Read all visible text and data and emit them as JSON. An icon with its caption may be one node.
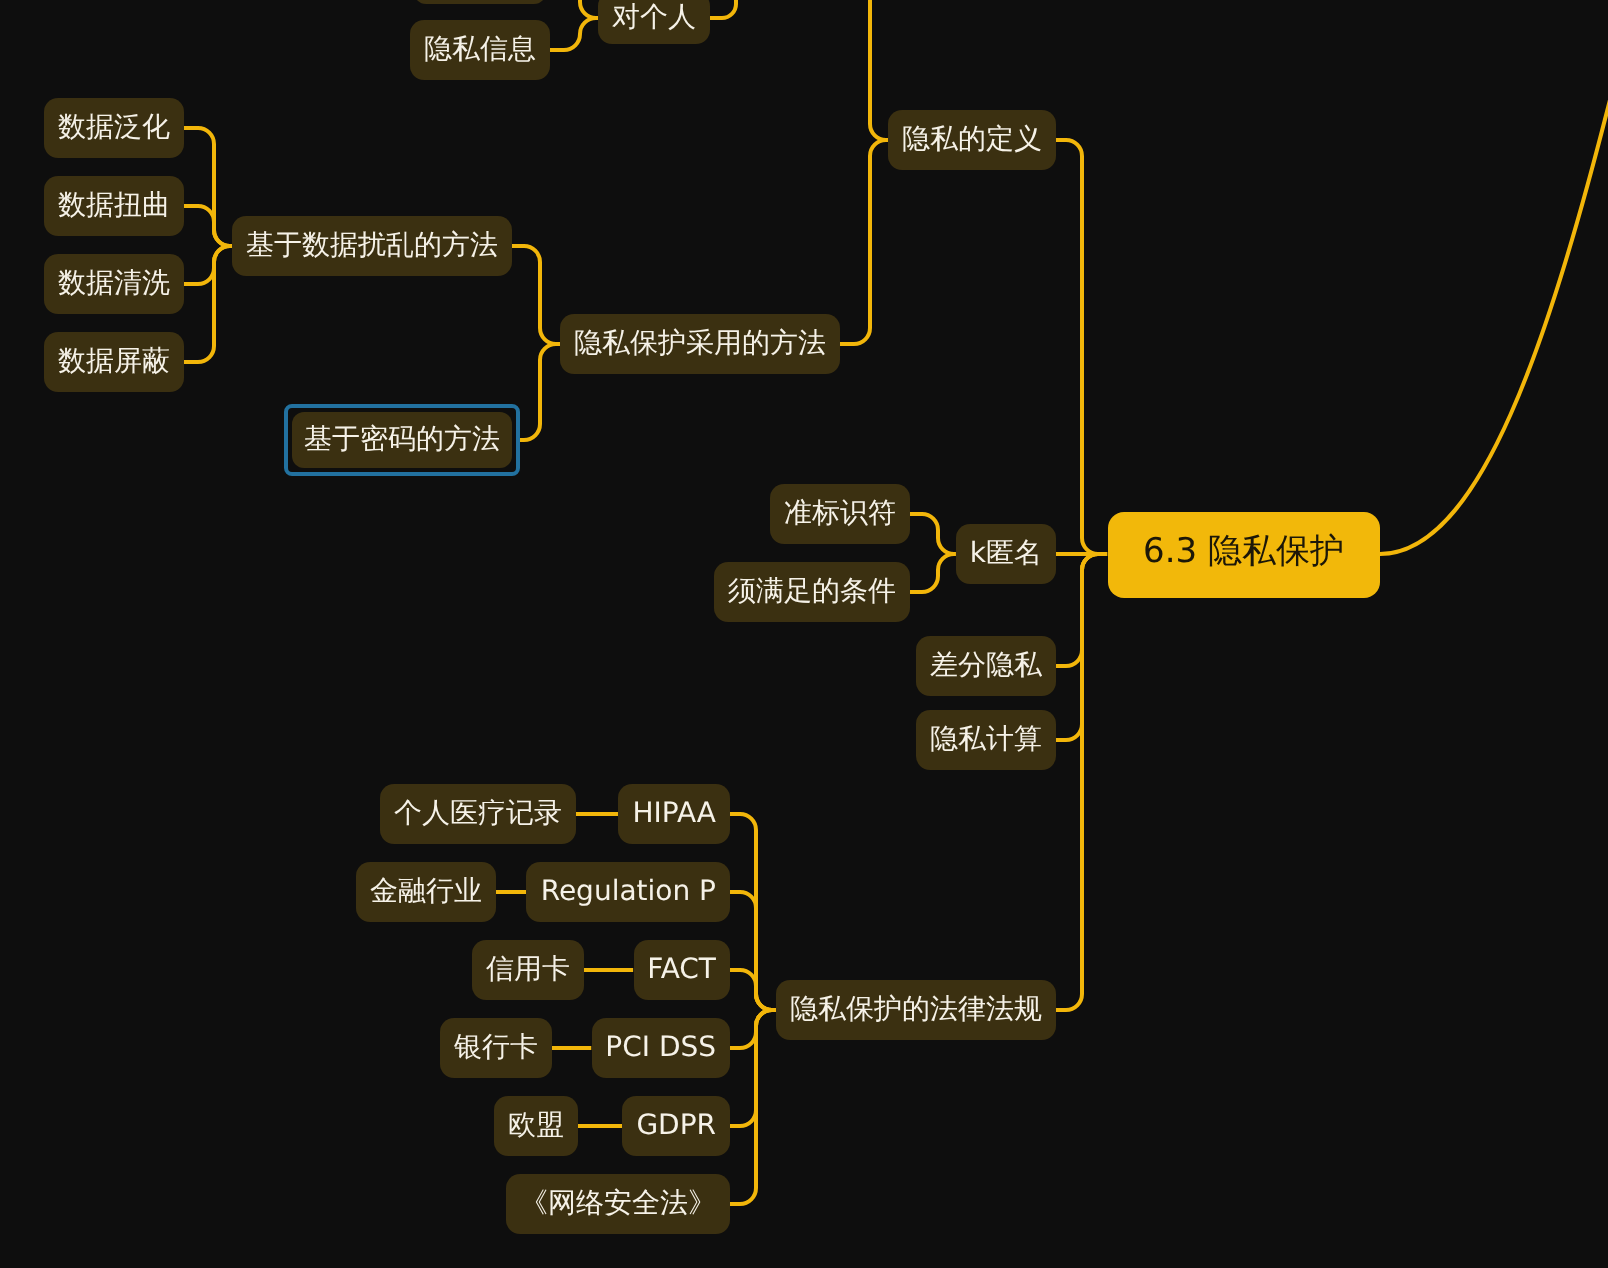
{
  "diagram": {
    "nodes": [
      {
        "text": [],
        "shape": "box"
      },
      {
        "text": [
          "对个人"
        ]
      },
      {
        "text": [
          "隐私信息"
        ]
      },
      {
        "text": [
          "数据泛化"
        ]
      },
      {
        "text": [
          "隐私的定义"
        ]
      },
      {
        "text": [
          "数据扭曲"
        ]
      },
      {
        "text": [
          "基于数据扰乱的方法"
        ]
      },
      {
        "text": [
          "数据清洗"
        ]
      },
      {
        "text": [
          "隐私保护采用的方法"
        ]
      },
      {
        "text": [
          "数据屏蔽"
        ]
      },
      {
        "text": [
          "基于密码的方法"
        ]
      },
      {
        "text": [
          "准标识符"
        ]
      },
      {
        "text": [
          "6.3 隐私保护"
        ]
      },
      {
        "text": [
          "k匿名"
        ]
      },
      {
        "text": [
          "须满足的条件"
        ]
      },
      {
        "text": [
          "差分隐私"
        ]
      },
      {
        "text": [
          "隐私计算"
        ]
      },
      {
        "text": [
          "个人医疗记录"
        ]
      },
      {
        "text": [
          "HIPAA"
        ]
      },
      {
        "text": [
          "金融行业"
        ]
      },
      {
        "text": [
          "Regulation P"
        ]
      },
      {
        "text": [
          "FACT"
        ]
      },
      {
        "text": [
          "信用卡"
        ]
      },
      {
        "text": [
          "隐私保护的法律法规"
        ]
      },
      {
        "text": [
          "银行卡"
        ]
      },
      {
        "text": [
          "PCI DSS"
        ]
      },
      {
        "text": [
          "欧盟"
        ]
      },
      {
        "text": [
          "GDPR"
        ]
      },
      {
        "text": [
          "《网络安全法》"
        ]
      }
    ],
    "edges": [
      {
        "from": null,
        "to": 12,
        "arrow": "none"
      },
      {
        "from": 12,
        "to": 4,
        "arrow": "none"
      },
      {
        "from": 12,
        "to": 13,
        "arrow": "none"
      },
      {
        "from": 12,
        "to": 15,
        "arrow": "none"
      },
      {
        "from": 12,
        "to": 16,
        "arrow": "none"
      },
      {
        "from": 12,
        "to": 23,
        "arrow": "none"
      },
      {
        "from": 4,
        "to": null,
        "arrow": "none"
      },
      {
        "from": 4,
        "to": 8,
        "arrow": "none"
      },
      {
        "from": null,
        "to": 1,
        "arrow": "none"
      },
      {
        "from": 1,
        "to": 0,
        "arrow": "none"
      },
      {
        "from": 1,
        "to": 2,
        "arrow": "none"
      },
      {
        "from": 8,
        "to": 6,
        "arrow": "none"
      },
      {
        "from": 8,
        "to": 10,
        "arrow": "none"
      },
      {
        "from": 6,
        "to": 3,
        "arrow": "none"
      },
      {
        "from": 6,
        "to": 5,
        "arrow": "none"
      },
      {
        "from": 6,
        "to": 7,
        "arrow": "none"
      },
      {
        "from": 6,
        "to": 9,
        "arrow": "none"
      },
      {
        "from": 13,
        "to": 11,
        "arrow": "none"
      },
      {
        "from": 13,
        "to": 14,
        "arrow": "none"
      },
      {
        "from": 23,
        "to": 18,
        "arrow": "none"
      },
      {
        "from": 23,
        "to": 20,
        "arrow": "none"
      },
      {
        "from": 23,
        "to": 21,
        "arrow": "none"
      },
      {
        "from": 23,
        "to": 25,
        "arrow": "none"
      },
      {
        "from": 23,
        "to": 27,
        "arrow": "none"
      },
      {
        "from": 23,
        "to": 28,
        "arrow": "none"
      },
      {
        "from": 18,
        "to": 17,
        "arrow": "none"
      },
      {
        "from": 20,
        "to": 19,
        "arrow": "none"
      },
      {
        "from": 21,
        "to": 22,
        "arrow": "none"
      },
      {
        "from": 25,
        "to": 24,
        "arrow": "none"
      },
      {
        "from": 27,
        "to": 26,
        "arrow": "none"
      }
    ]
  }
}
